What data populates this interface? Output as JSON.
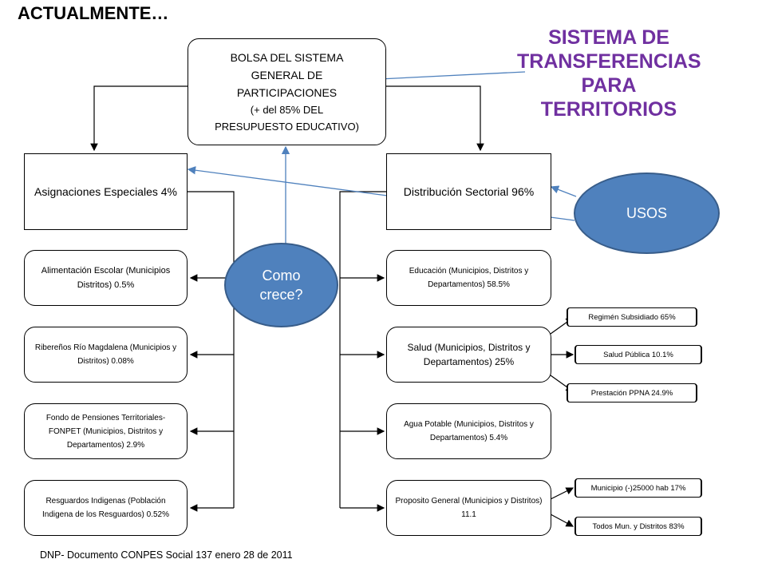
{
  "header": {
    "title": "ACTUALMENTE…",
    "system_title": "SISTEMA DE TRANSFERENCIAS PARA TERRITORIOS"
  },
  "top_box": {
    "line1": "BOLSA DEL SISTEMA",
    "line2": "GENERAL DE",
    "line3": "PARTICIPACIONES",
    "line4": "(+ del 85% DEL",
    "line5": "PRESUPUESTO EDUCATIVO)"
  },
  "left_box": {
    "label": "Asignaciones Especiales 4%"
  },
  "right_box": {
    "label": "Distribución Sectorial 96%"
  },
  "left_items": [
    {
      "label": "Alimentación Escolar (Municipios Distritos) 0.5%"
    },
    {
      "label": "Ribereños Río Magdalena (Municipios y Distritos) 0.08%"
    },
    {
      "label": "Fondo de Pensiones Territoriales- FONPET (Municipios, Distritos y Departamentos) 2.9%"
    },
    {
      "label": "Resguardos Indigenas (Población Indigena de los Resguardos) 0.52%"
    }
  ],
  "right_items": [
    {
      "label": "Educación (Municipios, Distritos y Departamentos) 58.5%"
    },
    {
      "label": "Salud (Municipios, Distritos y Departamentos) 25%"
    },
    {
      "label": "Agua Potable (Municipios, Distritos y Departamentos) 5.4%"
    },
    {
      "label": "Proposito General (Municipios y Distritos) 11.1"
    }
  ],
  "health_items": [
    {
      "label": "Regimén Subsidiado 65%"
    },
    {
      "label": "Salud Pública 10.1%"
    },
    {
      "label": "Prestación PPNA 24.9%"
    }
  ],
  "general_items": [
    {
      "label": "Municipio (-)25000 hab 17%"
    },
    {
      "label": "Todos Mun. y Distritos 83%"
    }
  ],
  "callouts": {
    "como_crece": "Como crece?",
    "usos": "USOS"
  },
  "footer": {
    "source": "DNP- Documento CONPES Social 137 enero 28 de 2011"
  },
  "colors": {
    "title_purple": "#7030a0",
    "ellipse_fill": "#4f81bd",
    "ellipse_border": "#385d8a",
    "blue_arrow": "#4f81bd"
  }
}
